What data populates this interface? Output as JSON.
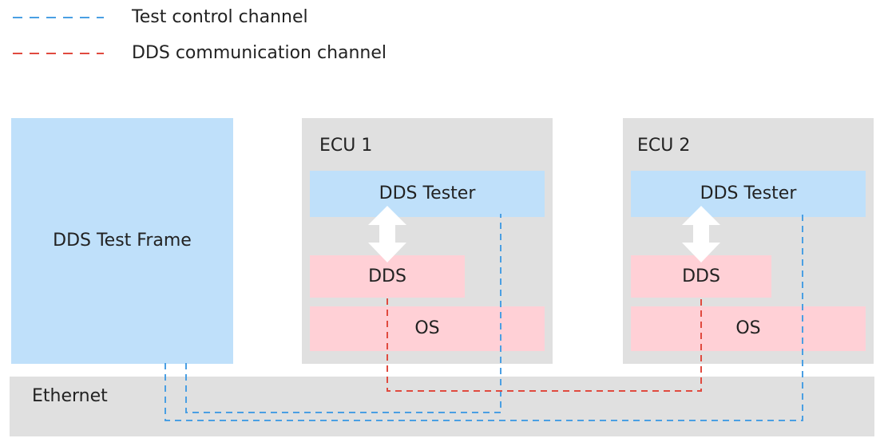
{
  "legend": [
    {
      "label": "Test control channel",
      "color": "#4a9fe3"
    },
    {
      "label": "DDS communication channel",
      "color": "#e04a3f"
    }
  ],
  "test_frame": {
    "label": "DDS Test Frame"
  },
  "ecus": [
    {
      "title": "ECU 1",
      "tester": "DDS Tester",
      "dds": "DDS",
      "os": "OS"
    },
    {
      "title": "ECU 2",
      "tester": "DDS Tester",
      "dds": "DDS",
      "os": "OS"
    }
  ],
  "ethernet": {
    "label": "Ethernet"
  },
  "colors": {
    "gray": "#e0e0e0",
    "blue_box": "#bfe0fa",
    "pink_box": "#ffd0d6",
    "control_line": "#4a9fe3",
    "dds_line": "#e04a3f",
    "arrow": "#ffffff"
  }
}
